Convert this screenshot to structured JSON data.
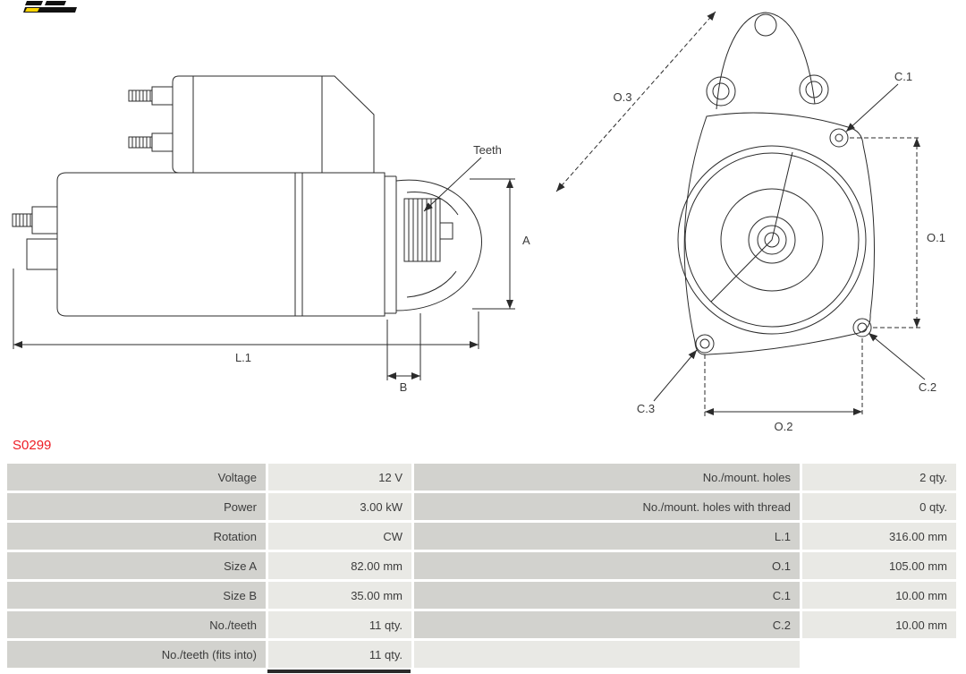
{
  "part_number": "S0299",
  "drawing": {
    "labels": {
      "teeth": "Teeth",
      "a": "A",
      "b": "B",
      "l1": "L.1",
      "o1": "O.1",
      "o2": "O.2",
      "o3": "O.3",
      "c1": "C.1",
      "c2": "C.2",
      "c3": "C.3"
    }
  },
  "table": {
    "rows": [
      {
        "l_label": "Voltage",
        "l_value": "12 V",
        "r_label": "No./mount. holes",
        "r_value": "2 qty."
      },
      {
        "l_label": "Power",
        "l_value": "3.00 kW",
        "r_label": "No./mount. holes with thread",
        "r_value": "0 qty."
      },
      {
        "l_label": "Rotation",
        "l_value": "CW",
        "r_label": "L.1",
        "r_value": "316.00 mm"
      },
      {
        "l_label": "Size A",
        "l_value": "82.00 mm",
        "r_label": "O.1",
        "r_value": "105.00 mm"
      },
      {
        "l_label": "Size B",
        "l_value": "35.00 mm",
        "r_label": "C.1",
        "r_value": "10.00 mm"
      },
      {
        "l_label": "No./teeth",
        "l_value": "11 qty.",
        "r_label": "C.2",
        "r_value": "10.00 mm"
      },
      {
        "l_label": "No./teeth (fits into)",
        "l_value": "11 qty.",
        "r_label": "",
        "r_value": ""
      }
    ]
  },
  "colors": {
    "part_number_red": "#ee1c25",
    "table_label_bg": "#d2d2ce",
    "table_value_bg": "#e9e9e5",
    "drawing_line": "#2b2b2b",
    "logo_black": "#111111",
    "logo_yellow": "#ffd500"
  }
}
